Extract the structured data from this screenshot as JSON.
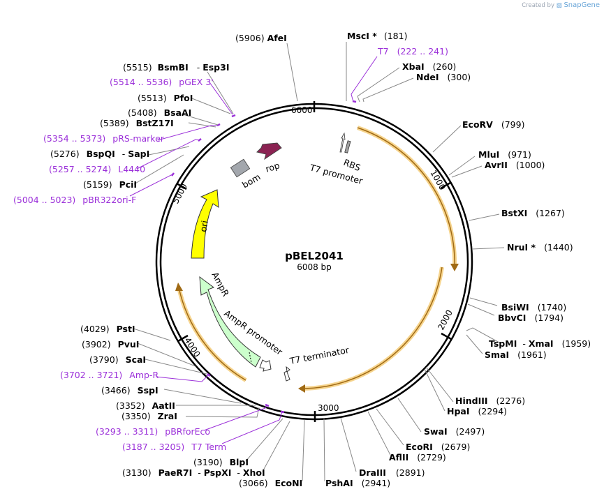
{
  "credit": {
    "prefix": "Created by",
    "brand": "SnapGene"
  },
  "plasmid": {
    "name": "pBEL2041",
    "length_label": "6008 bp",
    "length": 6008
  },
  "ticks": [
    {
      "pos": 1000,
      "label": "1000"
    },
    {
      "pos": 2000,
      "label": "2000"
    },
    {
      "pos": 3000,
      "label": "3000"
    },
    {
      "pos": 4000,
      "label": "4000"
    },
    {
      "pos": 5000,
      "label": "5000"
    },
    {
      "pos": 6000,
      "label": "6000"
    }
  ],
  "features": [
    {
      "name": "T7 promoter",
      "label": "T7 promoter",
      "color": "#f7f7f7"
    },
    {
      "name": "RBS",
      "label": "RBS",
      "color": "#a0a0a0"
    },
    {
      "name": "rop",
      "label": "rop",
      "color": "#8b2252"
    },
    {
      "name": "bom",
      "label": "bom",
      "color": "#a3a7ad"
    },
    {
      "name": "ori",
      "label": "ori",
      "color": "#ffff00"
    },
    {
      "name": "AmpR",
      "label": "AmpR",
      "color": "#ccffcc"
    },
    {
      "name": "AmpR promoter",
      "label": "AmpR promoter",
      "color": "#ffffff"
    },
    {
      "name": "T7 terminator",
      "label": "T7 terminator",
      "color": "#ffffff"
    }
  ],
  "labels": [
    {
      "pos": "(5906)",
      "name": "AfeI"
    },
    {
      "name": "MscI *",
      "pos": "(181)"
    },
    {
      "name": "T7",
      "pos": "(222 .. 241)"
    },
    {
      "name": "XbaI",
      "pos": "(260)"
    },
    {
      "name": "NdeI",
      "pos": "(300)"
    },
    {
      "pos": "(5515)",
      "name": "BsmBI",
      "name2": "Esp3I"
    },
    {
      "pos": "(5514 .. 5536)",
      "name": "pGEX 3'"
    },
    {
      "pos": "(5513)",
      "name": "PfoI"
    },
    {
      "pos": "(5408)",
      "name": "BsaAI"
    },
    {
      "pos": "(5389)",
      "name": "BstZ17I"
    },
    {
      "pos": "(5354 .. 5373)",
      "name": "pRS-marker"
    },
    {
      "pos": "(5276)",
      "name": "BspQI",
      "name2": "SapI"
    },
    {
      "pos": "(5257 .. 5274)",
      "name": "L4440"
    },
    {
      "pos": "(5159)",
      "name": "PciI"
    },
    {
      "pos": "(5004 .. 5023)",
      "name": "pBR322ori-F"
    },
    {
      "name": "EcoRV",
      "pos": "(799)"
    },
    {
      "name": "MluI",
      "pos": "(971)"
    },
    {
      "name": "AvrII",
      "pos": "(1000)"
    },
    {
      "name": "BstXI",
      "pos": "(1267)"
    },
    {
      "name": "NruI *",
      "pos": "(1440)"
    },
    {
      "name": "BsiWI",
      "pos": "(1740)"
    },
    {
      "name": "BbvCI",
      "pos": "(1794)"
    },
    {
      "name": "TspMI",
      "name2": "XmaI",
      "pos": "(1959)"
    },
    {
      "name": "SmaI",
      "pos": "(1961)"
    },
    {
      "name": "HindIII",
      "pos": "(2276)"
    },
    {
      "name": "HpaI",
      "pos": "(2294)"
    },
    {
      "name": "SwaI",
      "pos": "(2497)"
    },
    {
      "name": "EcoRI",
      "pos": "(2679)"
    },
    {
      "name": "AflII",
      "pos": "(2729)"
    },
    {
      "name": "DraIII",
      "pos": "(2891)"
    },
    {
      "name": "PshAI",
      "pos": "(2941)"
    },
    {
      "pos": "(3066)",
      "name": "EcoNI"
    },
    {
      "pos": "(3130)",
      "name": "PaeR7I",
      "name2": "PspXI",
      "name3": "XhoI"
    },
    {
      "pos": "(3190)",
      "name": "BlpI"
    },
    {
      "pos": "(3187 .. 3205)",
      "name": "T7 Term"
    },
    {
      "pos": "(3293 .. 3311)",
      "name": "pBRforEco"
    },
    {
      "pos": "(3350)",
      "name": "ZraI"
    },
    {
      "pos": "(3352)",
      "name": "AatII"
    },
    {
      "pos": "(3466)",
      "name": "SspI"
    },
    {
      "pos": "(3702 .. 3721)",
      "name": "Amp-R"
    },
    {
      "pos": "(3790)",
      "name": "ScaI"
    },
    {
      "pos": "(3902)",
      "name": "PvuI"
    },
    {
      "pos": "(4029)",
      "name": "PstI"
    }
  ]
}
